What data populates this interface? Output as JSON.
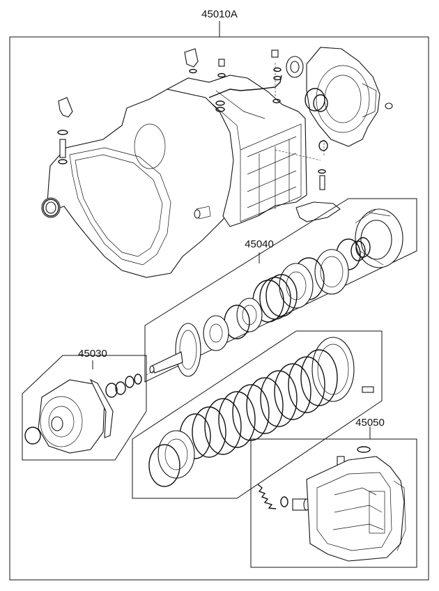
{
  "labels": {
    "main_kit": "45010A",
    "clutch_kit": "45040",
    "pump_kit": "45030",
    "valve_kit": "45050"
  }
}
